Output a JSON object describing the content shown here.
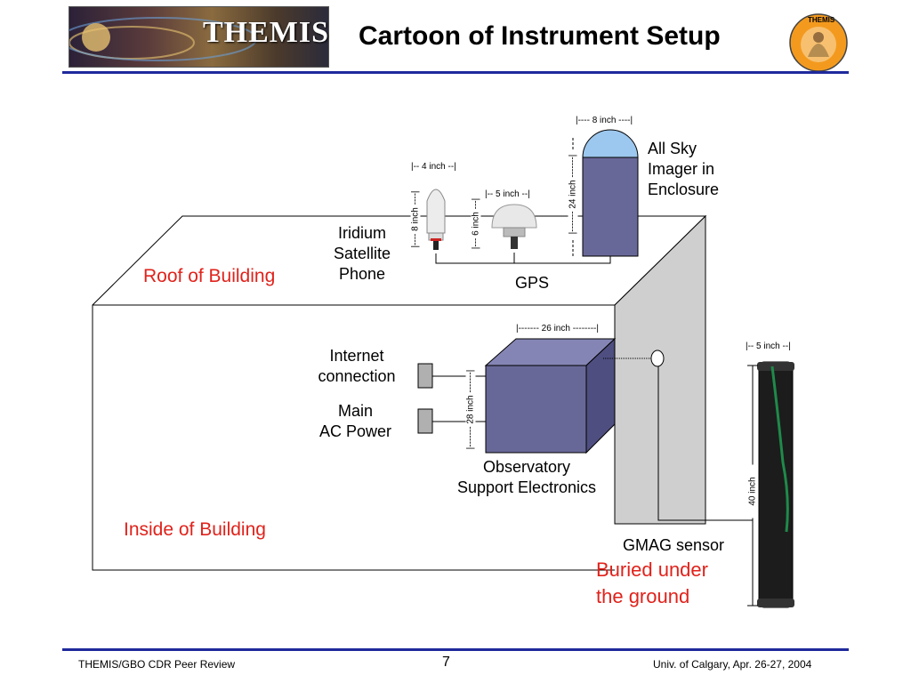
{
  "header": {
    "title": "Cartoon of Instrument Setup",
    "logo_text": "THEMIS",
    "badge_text": "THEMIS"
  },
  "labels": {
    "all_sky_imager": [
      "All Sky",
      "Imager in",
      "Enclosure"
    ],
    "iridium_phone": [
      "Iridium",
      "Satellite",
      "Phone"
    ],
    "gps": "GPS",
    "roof_of_building": "Roof of Building",
    "internet_connection": [
      "Internet",
      "connection"
    ],
    "main_ac_power": [
      "Main",
      "AC Power"
    ],
    "observatory_electronics": [
      "Observatory",
      "Support Electronics"
    ],
    "inside_of_building": "Inside of Building",
    "gmag_sensor": "GMAG sensor",
    "buried_under_ground": [
      "Buried under",
      "the ground"
    ]
  },
  "dimensions": {
    "imager_width": "|---- 8 inch ----|",
    "imager_height": "|------- 24 inch -------|",
    "iridium_width": "|-- 4 inch --|",
    "iridium_height": "|---- 8 inch ----|",
    "gps_width": "|-- 5 inch --|",
    "gps_height": "|--- 6 inch ---|",
    "electronics_width": "|------- 26 inch --------|",
    "electronics_height": "|------- 28 inch -------|",
    "gmag_width": "|-- 5 inch --|",
    "gmag_height": "40 inch"
  },
  "footer": {
    "left": "THEMIS/GBO CDR Peer Review",
    "page_number": "7",
    "right": "Univ. of Calgary, Apr. 26-27, 2004"
  },
  "colors": {
    "title_rule": "#1f2a9c",
    "box_purple": "#686898",
    "box_top": "#8585b5",
    "box_side": "#4e4e80",
    "dome_blue": "#9cc7ee",
    "wall_gray": "#cfcfcf",
    "red_text": "#e0221b"
  }
}
